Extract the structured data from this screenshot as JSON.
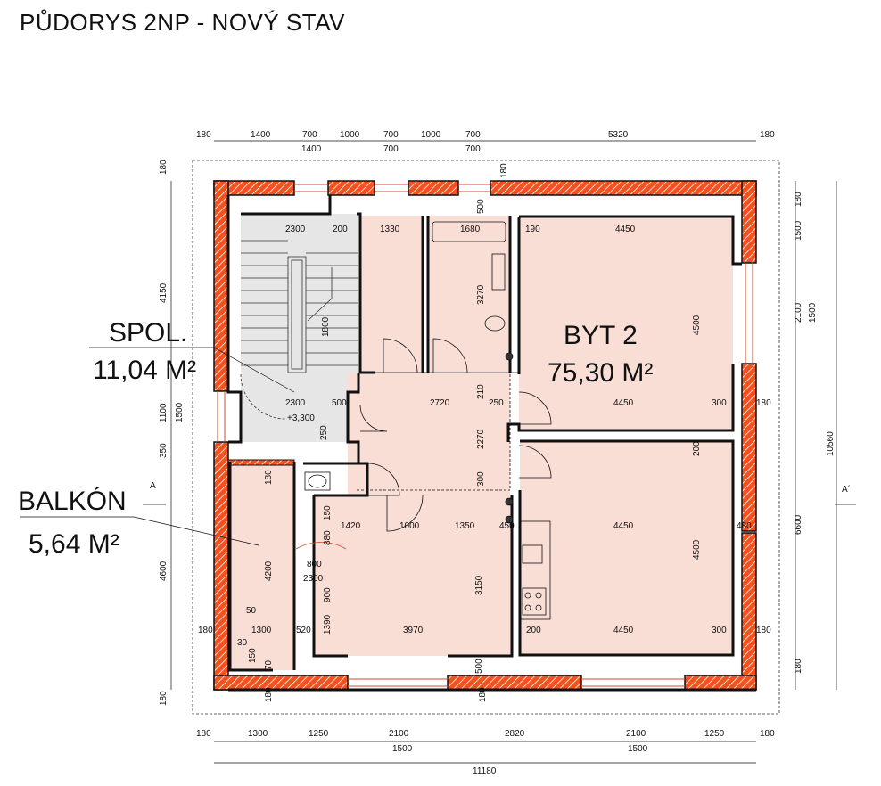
{
  "title": "PŮDORYS 2NP - NOVÝ STAV",
  "rooms": {
    "spol_name": "SPOL.",
    "spol_area": "11,04 M²",
    "byt_name": "BYT 2",
    "byt_area": "75,30 M²",
    "balkon_name": "BALKÓN",
    "balkon_area": "5,64 M²"
  },
  "section_marks": {
    "left": "A",
    "right": "A´"
  },
  "level": "+3,300",
  "dims": {
    "top_outer": [
      "180",
      "1400",
      "700",
      "1000",
      "700",
      "1000",
      "700",
      "5320",
      "180"
    ],
    "top_inner": [
      "1400",
      "700",
      "700"
    ],
    "top_misc": [
      "180",
      "500"
    ],
    "bottom_outer": [
      "180",
      "1300",
      "1250",
      "2100",
      "2820",
      "2100",
      "1250",
      "180"
    ],
    "bottom_mid": [
      "1500",
      "1500"
    ],
    "bottom_total": "11180",
    "right_outer": [
      "180",
      "1500",
      "2100",
      "180",
      "6600",
      "180"
    ],
    "right_mid": "1500",
    "right_total": "10560",
    "left_outer": [
      "180",
      "4150",
      "1100",
      "1500",
      "350",
      "4600",
      "180"
    ],
    "interior": [
      "2300",
      "200",
      "1330",
      "1680",
      "190",
      "4450",
      "3270",
      "4500",
      "1800",
      "2300",
      "500",
      "2720",
      "210",
      "250",
      "4450",
      "300",
      "180",
      "2270",
      "180",
      "200",
      "300",
      "1420",
      "1000",
      "1350",
      "450",
      "4450",
      "480",
      "880",
      "150",
      "4200",
      "800",
      "2300",
      "900",
      "3150",
      "4500",
      "50",
      "30",
      "1300",
      "520",
      "1390",
      "3970",
      "200",
      "4450",
      "300",
      "180",
      "150",
      "70",
      "500",
      "180",
      "180"
    ]
  },
  "colors": {
    "wall_fill": "#f4511e",
    "room_fill": "#f9ded6",
    "stair_fill": "#e6e6e6",
    "line": "#111111"
  }
}
